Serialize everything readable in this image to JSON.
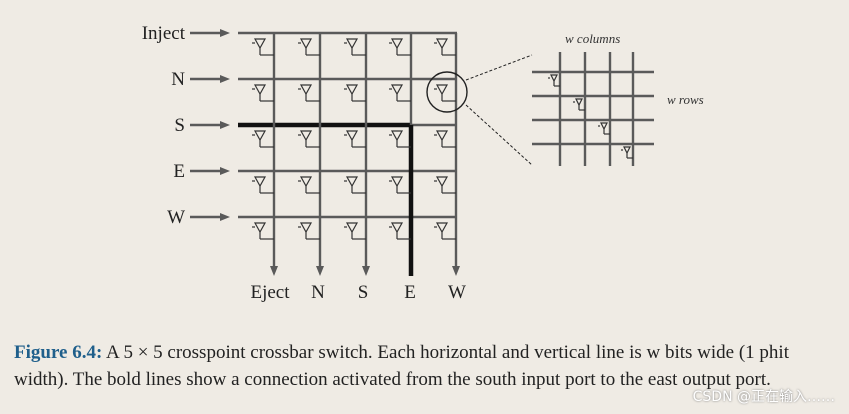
{
  "inputs": [
    "Inject",
    "N",
    "S",
    "E",
    "W"
  ],
  "outputs": [
    "Eject",
    "N",
    "S",
    "E",
    "W"
  ],
  "active": {
    "input": "S",
    "output": "E"
  },
  "inset": {
    "top_label": "w columns",
    "side_label": "w rows"
  },
  "caption": {
    "label": "Figure 6.4:",
    "text": "A 5 × 5 crosspoint crossbar switch. Each horizontal and vertical line is w bits wide (1 phit width). The bold lines show a connection activated from the south input port to the east output port."
  },
  "watermark": "CSDN @正在输入……",
  "colors": {
    "background": "#efebe4",
    "figure_label": "#1f5f8b",
    "wire": "#5a5a5a",
    "bold_wire": "#111111"
  }
}
